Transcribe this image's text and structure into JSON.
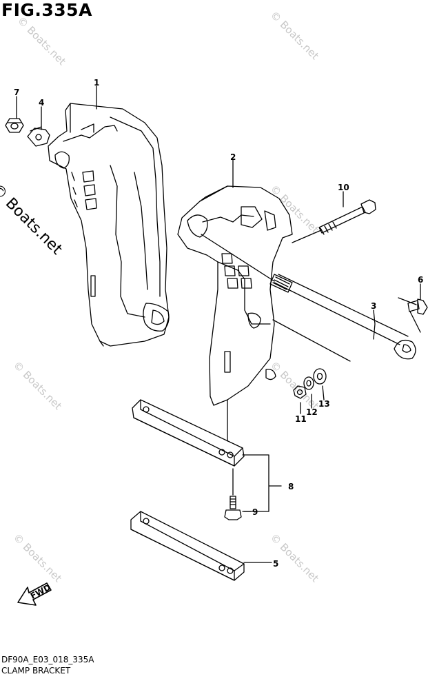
{
  "figure": {
    "title": "FIG.335A",
    "code": "DF90A_E03_018_335A",
    "name": "CLAMP BRACKET",
    "fwd_label": "FWD"
  },
  "watermarks": {
    "main": "© Boats.net",
    "faint": "© Boats.net"
  },
  "callouts": [
    {
      "id": "1",
      "label": "1"
    },
    {
      "id": "2",
      "label": "2"
    },
    {
      "id": "3",
      "label": "3"
    },
    {
      "id": "4",
      "label": "4"
    },
    {
      "id": "5",
      "label": "5"
    },
    {
      "id": "6",
      "label": "6"
    },
    {
      "id": "7",
      "label": "7"
    },
    {
      "id": "8",
      "label": "8"
    },
    {
      "id": "9",
      "label": "9"
    },
    {
      "id": "10",
      "label": "10"
    },
    {
      "id": "11",
      "label": "11"
    },
    {
      "id": "12",
      "label": "12"
    },
    {
      "id": "13",
      "label": "13"
    }
  ]
}
